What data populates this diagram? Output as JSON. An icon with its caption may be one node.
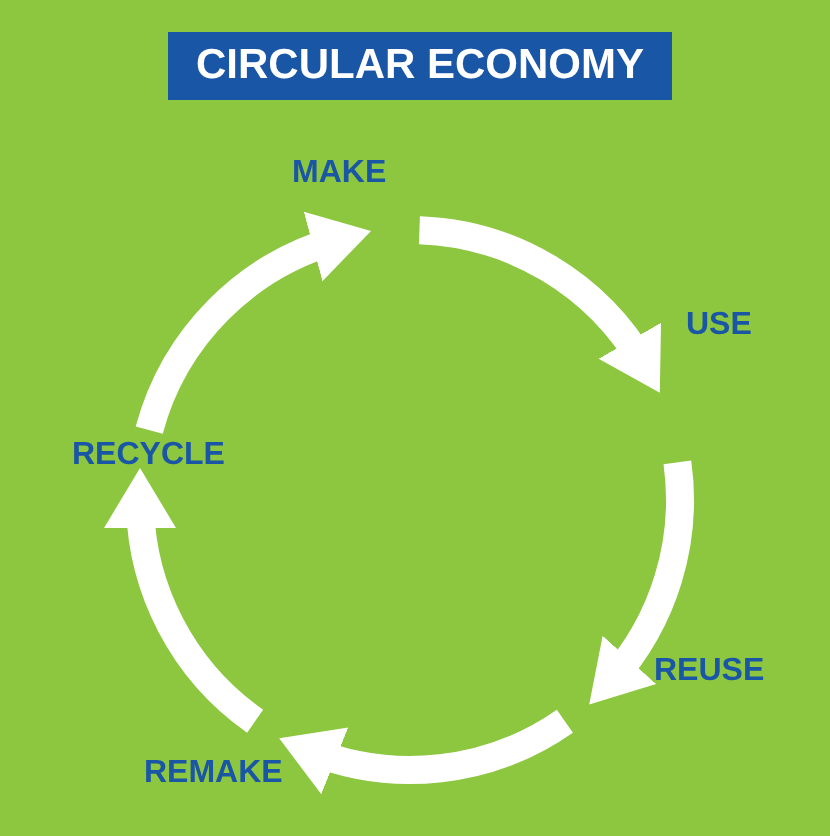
{
  "diagram": {
    "title": "CIRCULAR ECONOMY",
    "nodes": [
      {
        "text": [
          "MAKE"
        ]
      },
      {
        "text": [
          "USE"
        ]
      },
      {
        "text": [
          "REUSE"
        ]
      },
      {
        "text": [
          "REMAKE"
        ]
      },
      {
        "text": [
          "RECYCLE"
        ]
      }
    ],
    "edges": [
      {
        "from": 0,
        "to": 1,
        "arrow": "to"
      },
      {
        "from": 1,
        "to": 2,
        "arrow": "to"
      },
      {
        "from": 2,
        "to": 3,
        "arrow": "to"
      },
      {
        "from": 3,
        "to": 4,
        "arrow": "to"
      },
      {
        "from": 4,
        "to": 0,
        "arrow": "to"
      }
    ]
  }
}
